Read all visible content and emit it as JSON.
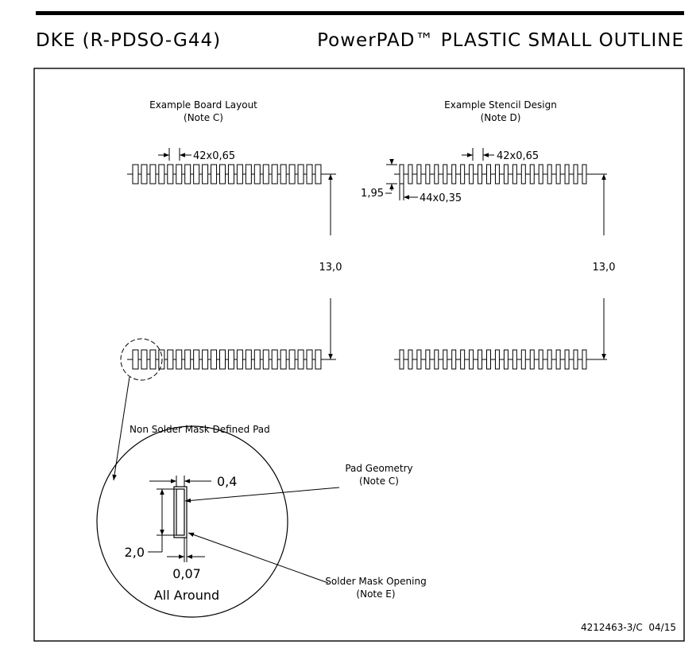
{
  "header": {
    "left": "DKE (R-PDSO-G44)",
    "right": "PowerPAD™ PLASTIC SMALL OUTLINE"
  },
  "board_layout": {
    "title": "Example Board Layout",
    "note": "(Note C)",
    "pad_dim": "42x0,65",
    "span_dim": "13,0"
  },
  "stencil_design": {
    "title": "Example Stencil Design",
    "note": "(Note D)",
    "pitch_dim": "42x0,65",
    "height_dim": "1,95",
    "width_dim": "44x0,35",
    "span_dim": "13,0"
  },
  "detail": {
    "title": "Non Solder Mask Defined Pad",
    "width": "0,4",
    "height": "2,0",
    "clearance": "0,07",
    "clearance_note": "All Around",
    "pad_geometry": "Pad Geometry",
    "pad_geometry_note": "(Note C)",
    "mask_opening": "Solder Mask Opening",
    "mask_opening_note": "(Note E)"
  },
  "drawing_number": "4212463-3/C  04/15",
  "pads_per_row": 22
}
